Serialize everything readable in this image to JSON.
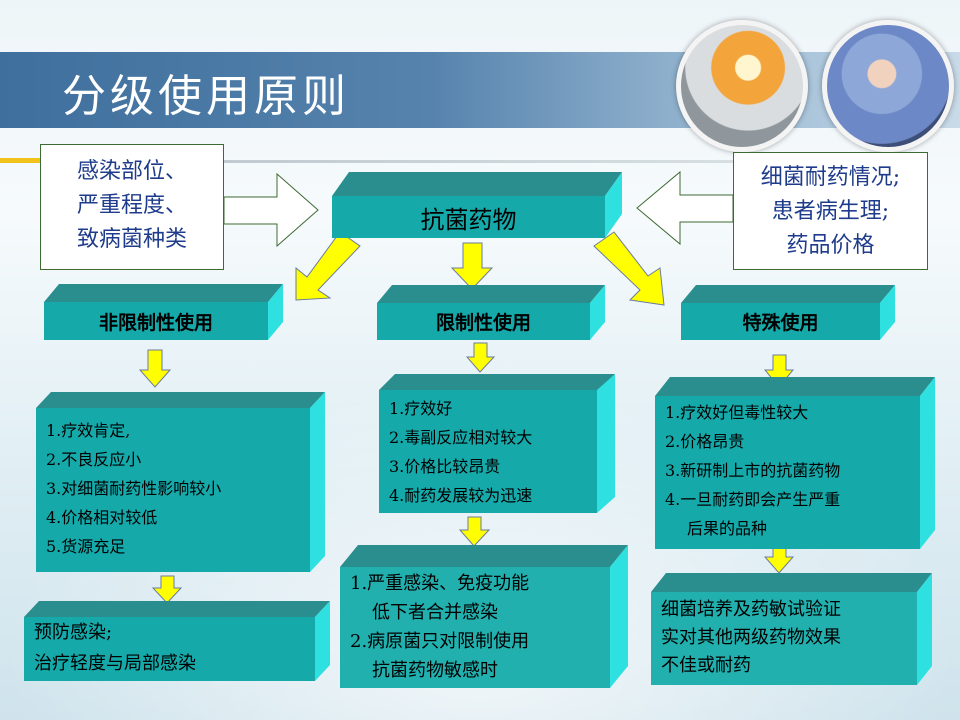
{
  "title": "分级使用原则",
  "center": "抗菌药物",
  "left_factors": [
    "感染部位、",
    "严重程度、",
    "致病菌种类"
  ],
  "right_factors": [
    "细菌耐药情况;",
    "患者病生理;",
    "药品价格"
  ],
  "categories": [
    {
      "name": "非限制性使用",
      "features": [
        "1.疗效肯定,",
        "2.不良反应小",
        "3.对细菌耐药性影响较小",
        "4.价格相对较低",
        "5.货源充足"
      ],
      "usage": [
        "预防感染;",
        "治疗轻度与局部感染"
      ]
    },
    {
      "name": "限制性使用",
      "features": [
        "1.疗效好",
        "2.毒副反应相对较大",
        "3.价格比较昂贵",
        "4.耐药发展较为迅速"
      ],
      "usage": [
        "1.严重感染、免疫功能",
        "低下者合并感染",
        "2.病原菌只对限制使用",
        "抗菌药物敏感时"
      ]
    },
    {
      "name": "特殊使用",
      "features": [
        "1.疗效好但毒性较大",
        "2.价格昂贵",
        "3.新研制上市的抗菌药物",
        "4.一旦耐药即会产生严重",
        "后果的品种"
      ],
      "usage": [
        "细菌培养及药敏试验证",
        "实对其他两级药物效果",
        "不佳或耐药"
      ]
    }
  ],
  "colors": {
    "box_front": "#16a9aa",
    "box_top": "#2a8e8e",
    "box_side": "#2ee0e0",
    "arrow": "#ffff00",
    "factor_text": "#1f3c8c"
  }
}
